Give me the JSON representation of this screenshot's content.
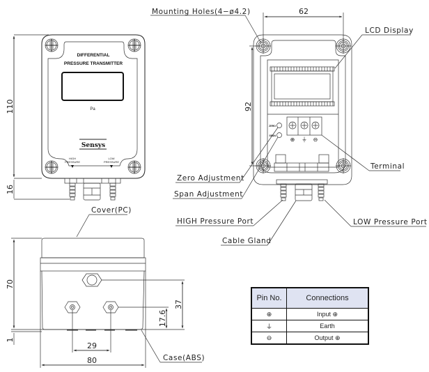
{
  "front_view": {
    "title_line1": "DIFFERENTIAL",
    "title_line2": "PRESSURE TRANSMITTER",
    "unit": "Pa",
    "brand": "Sensys",
    "high_label_1": "HIGH",
    "high_label_2": "PRESSURE",
    "low_label_1": "LOW",
    "low_label_2": "PRESSURE",
    "dim_height": "110",
    "dim_port": "16"
  },
  "rear_view": {
    "dim_width": "62",
    "dim_height": "92",
    "zero_tag": "ZERO",
    "span_tag": "SPAN",
    "terminal_symbols": [
      "⊕",
      "⏚",
      "⊖"
    ],
    "callouts": {
      "mounting_holes": "Mounting Holes(4−ø4.2)",
      "lcd_display": "LCD Display",
      "terminal": "Terminal",
      "zero_adjustment": "Zero Adjustment",
      "span_adjustment": "Span Adjustment",
      "high_port": "HIGH Pressure Port",
      "low_port": "LOW Pressure Port",
      "cable_gland": "Cable Gland"
    }
  },
  "side_view": {
    "cover_label": "Cover(PC)",
    "case_label": "Case(ABS)",
    "dim_height": "70",
    "dim_bottom": "1",
    "dim_gland": "37",
    "dim_port": "17.6",
    "dim_port_spacing": "29",
    "dim_width": "80"
  },
  "pin_table": {
    "headers": [
      "Pin No.",
      "Connections"
    ],
    "rows": [
      {
        "pin": "⊕",
        "connection": "Input ⊕"
      },
      {
        "pin": "⏚",
        "connection": "Earth"
      },
      {
        "pin": "⊖",
        "connection": "Output ⊕"
      }
    ]
  }
}
